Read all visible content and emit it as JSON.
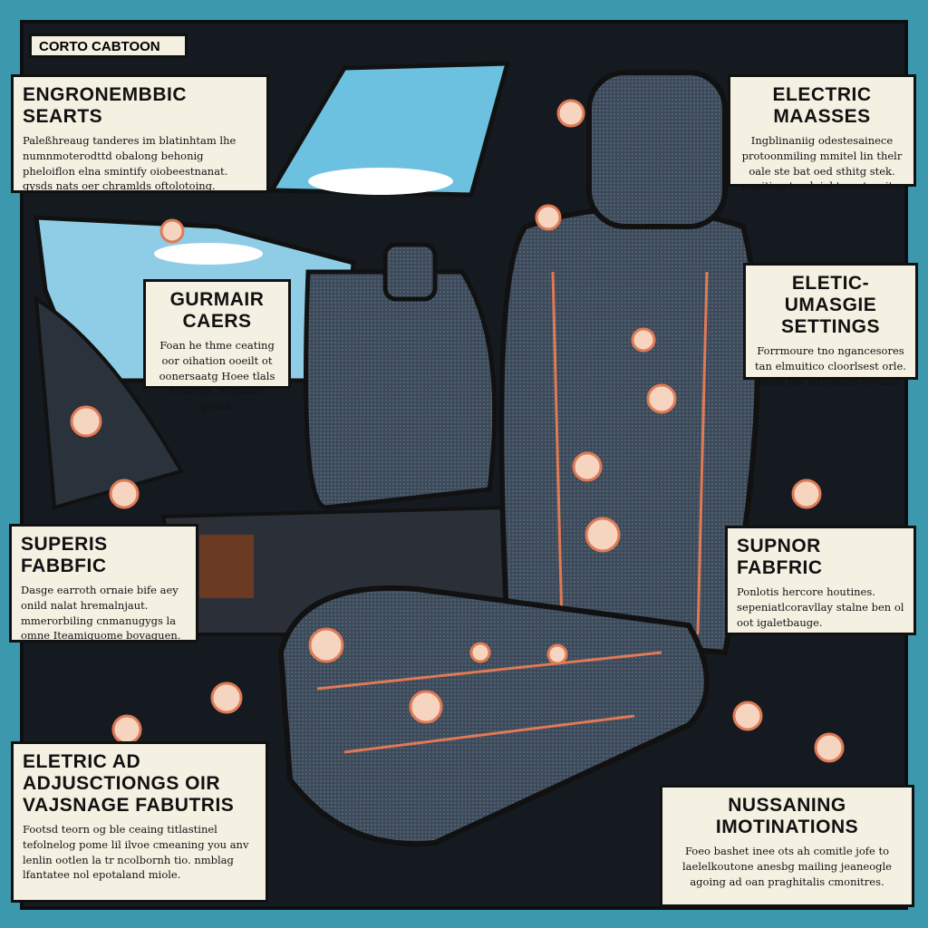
{
  "title": "CORTO CABTOON",
  "colors": {
    "background": "#3b98ad",
    "seat": "#3c4a5a",
    "stitch": "#e07a55",
    "panel": "#f4f0e2"
  },
  "callouts": [
    {
      "heading": "ENGRONEMBBIC SEARTS",
      "body": "Paleßhreaug tanderes im blatinhtam lhe numnmoterodttd obalong behonig pheloiflon elna smintify oiobeestnanat. gysds nats oer chramlds oftolotoing."
    },
    {
      "heading": "GURMAIR CAERS",
      "body": "Foan he thme ceating oor oihation ooeilt ot oonersaatg Hoee tlals hotatids, nemabet pouts."
    },
    {
      "heading": "ELECTRIC MAASSES",
      "body": "Ingblinaniig odestesainece protoonmiling mmitel lin thelr oale ste bat oed sthitg stek. nupiting tmulniabto antesnita."
    },
    {
      "heading": "ELETIC-UMASGIE SETTINGS",
      "body": "Forrmoure tno ngancesores tan elmuitico cloorlsest orle. aued lhe latnohiun eeolale."
    },
    {
      "heading": "SUPERIS FABBFIC",
      "body": "Dasge earroth ornaie bife aey onild nalat hremalnjaut. mmerorbiling cnmanugygs la omne Iteamiguome bovaguen."
    },
    {
      "heading": "SUPNOR FABFRIC",
      "body": "Ponlotis hercore houtines. sepeniatlcoravllay stalne ben ol oot igaletbauge."
    },
    {
      "heading": "ELETRIC AD ADJUSCTIONGS OIR VAJSNAGE FABUTRIS",
      "body": "Footsd teorn og ble ceaing titlastinel tefolnelog pome lil ilvoe cmeaning you anv lenlin ootlen la tr ncolbornh tio. nmblag lfantatee nol epotaland miole."
    },
    {
      "heading": "NUSSANING IMOTINATIONS",
      "body": "Foeo bashet inee ots ah comitle jofe to laelelkoutone anesbg mailing jeaneogle agoing ad oan praghitalis cmonitres."
    }
  ]
}
